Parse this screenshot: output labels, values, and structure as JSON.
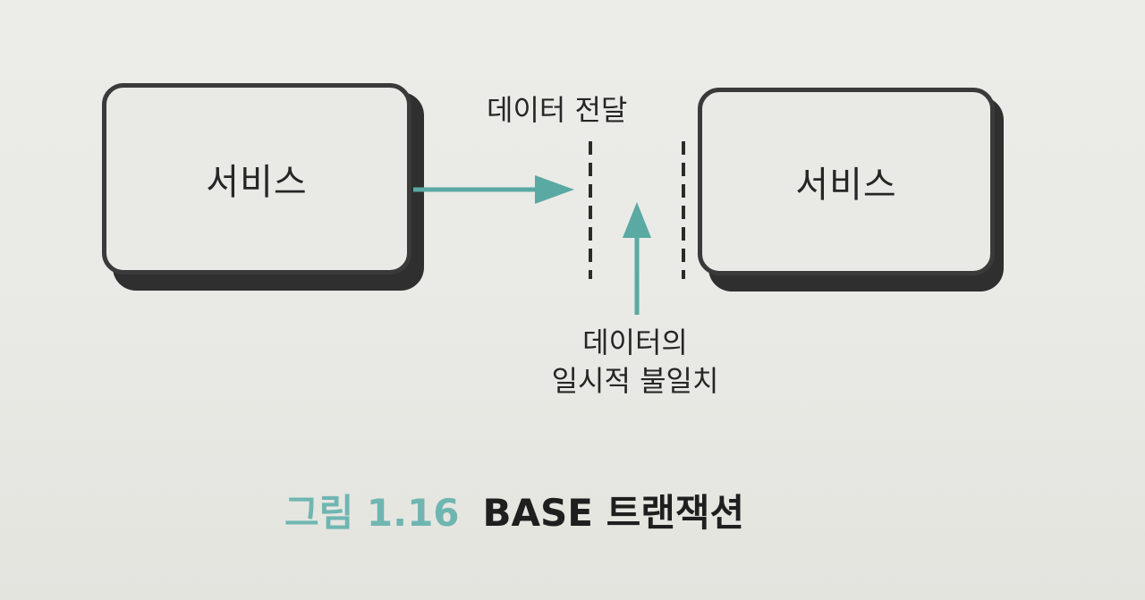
{
  "diagram": {
    "left_service": {
      "label": "서비스"
    },
    "right_service": {
      "label": "서비스"
    },
    "transfer_label": "데이터 전달",
    "inconsistency_label_line1": "데이터의",
    "inconsistency_label_line2": "일시적 불일치"
  },
  "caption": {
    "number": "그림 1.16",
    "title": "BASE 트랜잭션"
  },
  "colors": {
    "arrow": "#5aa9a3",
    "box_border": "#3a3a3b",
    "caption_number": "#6fb6b1",
    "text": "#262626"
  }
}
